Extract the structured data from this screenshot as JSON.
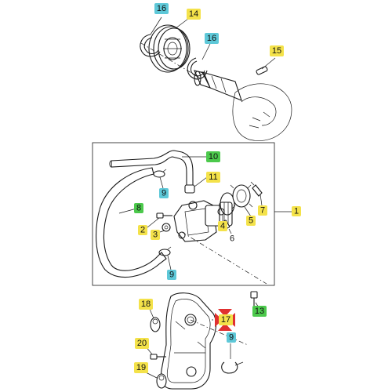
{
  "callouts": [
    {
      "id": "c16a",
      "label": "16",
      "color": "#5ec8d8"
    },
    {
      "id": "c14",
      "label": "14",
      "color": "#f4e24a"
    },
    {
      "id": "c16b",
      "label": "16",
      "color": "#5ec8d8"
    },
    {
      "id": "c15",
      "label": "15",
      "color": "#f4e24a"
    },
    {
      "id": "c10",
      "label": "10",
      "color": "#4cc94c"
    },
    {
      "id": "c11",
      "label": "11",
      "color": "#f4e24a"
    },
    {
      "id": "c9a",
      "label": "9",
      "color": "#5ec8d8"
    },
    {
      "id": "c8",
      "label": "8",
      "color": "#4cc94c"
    },
    {
      "id": "c7",
      "label": "7",
      "color": "#f4e24a"
    },
    {
      "id": "c1",
      "label": "1",
      "color": "#f4e24a"
    },
    {
      "id": "c2",
      "label": "2",
      "color": "#f4e24a"
    },
    {
      "id": "c3",
      "label": "3",
      "color": "#f4e24a"
    },
    {
      "id": "c4",
      "label": "4",
      "color": "#f4e24a"
    },
    {
      "id": "c5",
      "label": "5",
      "color": "#f4e24a"
    },
    {
      "id": "c6",
      "label": "6",
      "color": "#ffffff"
    },
    {
      "id": "c9b",
      "label": "9",
      "color": "#5ec8d8"
    },
    {
      "id": "c13",
      "label": "13",
      "color": "#4cc94c"
    },
    {
      "id": "c18",
      "label": "18",
      "color": "#f4e24a"
    },
    {
      "id": "c17",
      "label": "17",
      "color": "#f4e24a"
    },
    {
      "id": "c9c",
      "label": "9",
      "color": "#5ec8d8"
    },
    {
      "id": "c20",
      "label": "20",
      "color": "#f4e24a"
    },
    {
      "id": "c19",
      "label": "19",
      "color": "#f4e24a"
    }
  ],
  "marker": {
    "icon": "target-arrows-icon",
    "color": "#e03030"
  }
}
